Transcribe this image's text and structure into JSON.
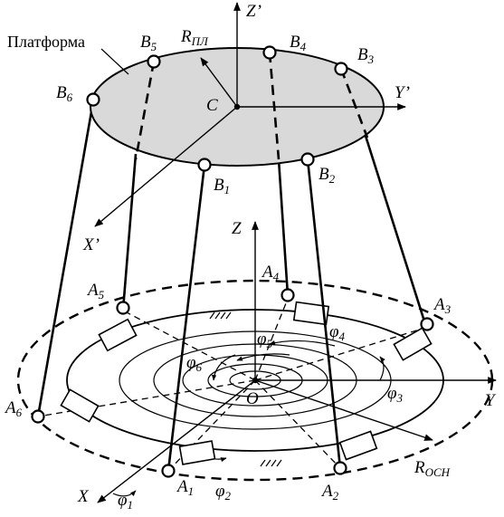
{
  "labels": {
    "platform": "Платформа",
    "r_pl_main": "R",
    "r_pl_sub": "ПЛ",
    "r_osn_main": "R",
    "r_osn_sub": "OCH",
    "z_prime": "Z’",
    "y_prime": "Y’",
    "x_prime": "X’",
    "c": "C",
    "z": "Z",
    "y": "Y",
    "x": "X",
    "o": "O",
    "b1": "B",
    "b1_sub": "1",
    "b2": "B",
    "b2_sub": "2",
    "b3": "B",
    "b3_sub": "3",
    "b4": "B",
    "b4_sub": "4",
    "b5": "B",
    "b5_sub": "5",
    "b6": "B",
    "b6_sub": "6",
    "a1": "A",
    "a1_sub": "1",
    "a2": "A",
    "a2_sub": "2",
    "a3": "A",
    "a3_sub": "3",
    "a4": "A",
    "a4_sub": "4",
    "a5": "A",
    "a5_sub": "5",
    "a6": "A",
    "a6_sub": "6",
    "phi1": "φ",
    "phi1_sub": "1",
    "phi2": "φ",
    "phi2_sub": "2",
    "phi3": "φ",
    "phi3_sub": "3",
    "phi4": "φ",
    "phi4_sub": "4",
    "phi5": "φ",
    "phi5_sub": "5",
    "phi6": "φ",
    "phi6_sub": "6"
  },
  "colors": {
    "platform_fill": "#d9d9d9",
    "stroke": "#000000",
    "background": "#ffffff"
  }
}
